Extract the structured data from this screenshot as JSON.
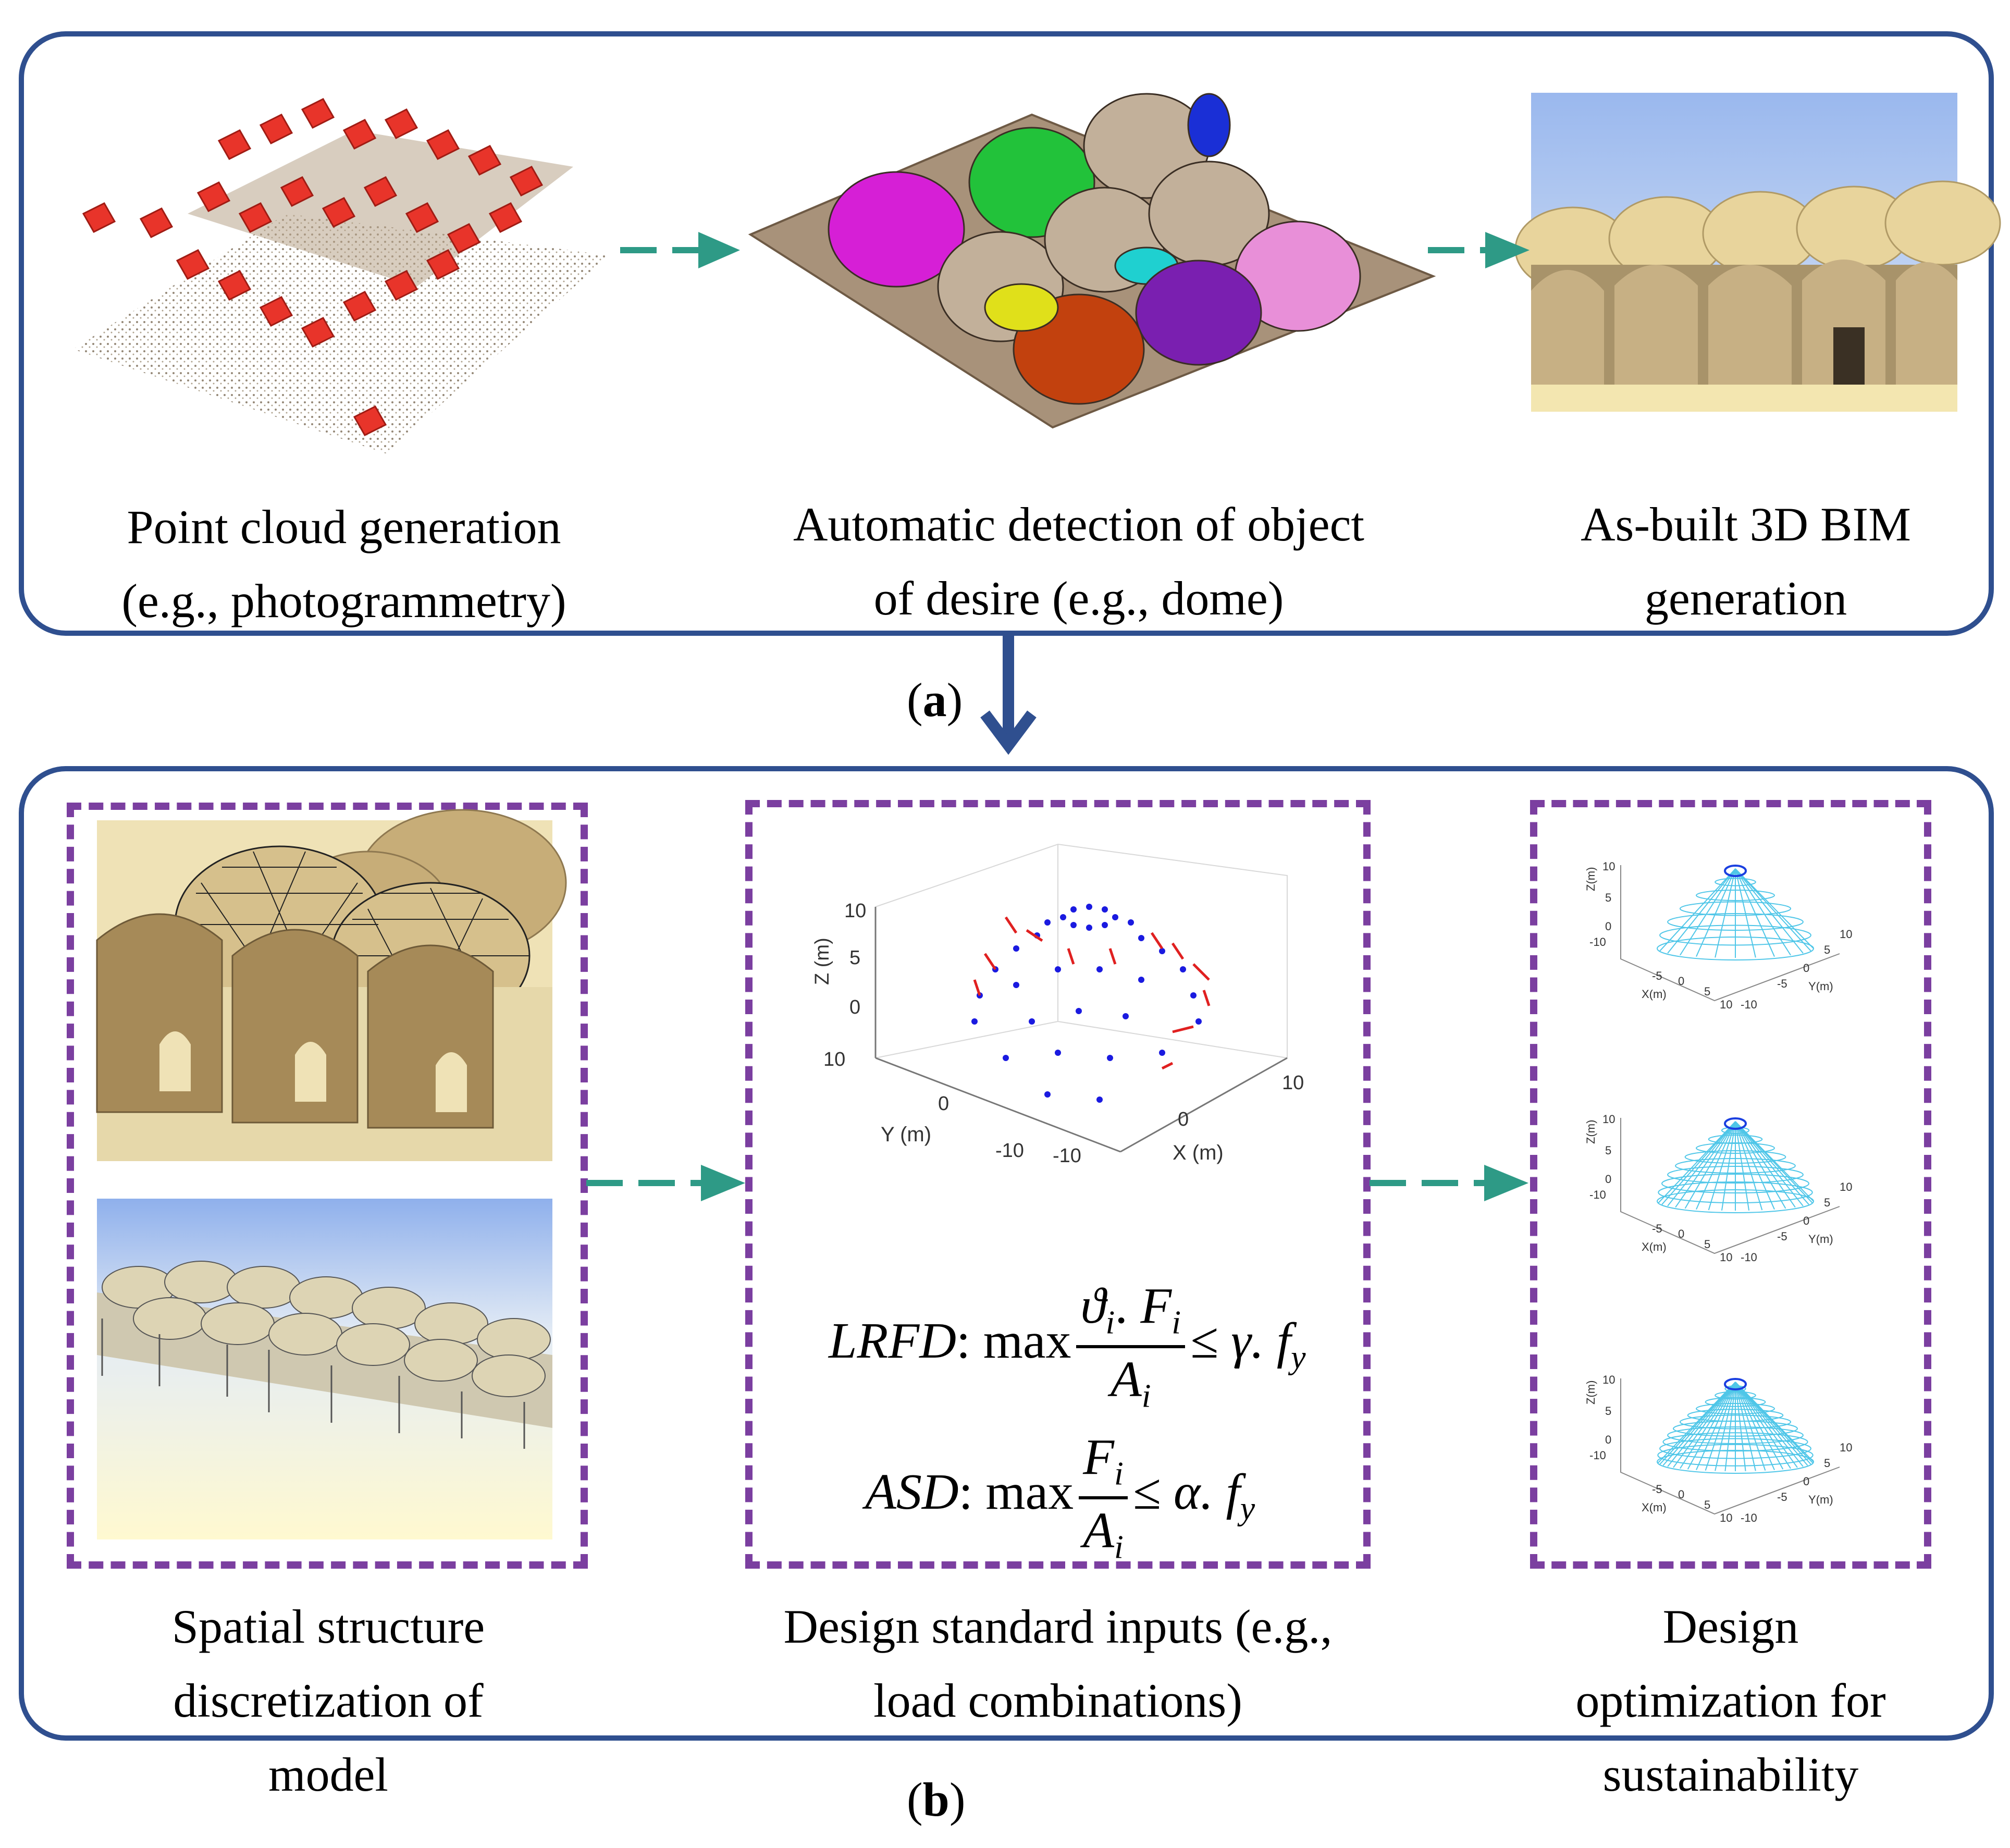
{
  "panel_a": {
    "captions": [
      {
        "line1": "Point cloud generation",
        "line2": "(e.g., photogrammetry)"
      },
      {
        "line1": "Automatic detection of object",
        "line2": "of desire (e.g., dome)"
      },
      {
        "line1": "As-built 3D BIM",
        "line2": "generation"
      }
    ],
    "label_open": "(",
    "label_letter": "a",
    "label_close": ")"
  },
  "panel_b": {
    "captions": [
      {
        "line1": "Spatial structure",
        "line2": "discretization of",
        "line3": "model"
      },
      {
        "line1": "Design standard inputs (e.g.,",
        "line2": "load combinations)"
      },
      {
        "line1": "Design",
        "line2": "optimization for",
        "line3": "sustainability"
      }
    ],
    "label_open": "(",
    "label_letter": "b",
    "label_close": ")"
  },
  "plot": {
    "zlabel": "Z (m)",
    "ylabel": "Y (m)",
    "xlabel": "X (m)",
    "z_ticks": [
      "10",
      "5",
      "0"
    ],
    "y_ticks": [
      "10",
      "0",
      "-10"
    ],
    "x_ticks": [
      "-10",
      "0",
      "10"
    ]
  },
  "small_plots": {
    "zlabel": "Z(m)",
    "xlabel": "X(m)",
    "ylabel": "Y(m)",
    "z_ticks": [
      "10",
      "5",
      "0",
      "-10"
    ],
    "x_ticks": [
      "-5",
      "0",
      "5",
      "10"
    ],
    "y_ticks": [
      "10",
      "5",
      "0",
      "-5",
      "-10"
    ]
  },
  "equations": {
    "lrfd_name": "LRFD",
    "asd_name": "ASD",
    "colon_max": ": max",
    "lrfd_num": "ϑ",
    "lrfd_num_sub": "i",
    "lrfd_num_mid": ". ",
    "lrfd_num_F": "F",
    "lrfd_num_F_sub": "i",
    "den_A": "A",
    "den_sub": "i",
    "lrfd_rhs": "≤ γ. f",
    "lrfd_rhs_sub": "y",
    "asd_rhs": "≤ α. f",
    "asd_rhs_sub": "y"
  },
  "colors": {
    "panel_border": "#2f4f8f",
    "dash_border": "#7b3fa0",
    "arrow_teal": "#2e9a86",
    "arrow_blue": "#2f4f8f"
  }
}
